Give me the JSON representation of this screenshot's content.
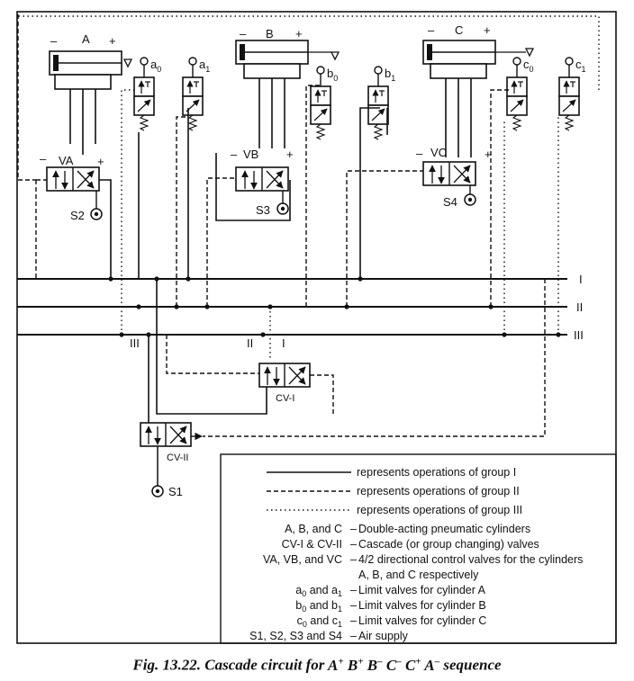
{
  "cylinders": [
    {
      "name": "A",
      "minus": "–",
      "plus": "+"
    },
    {
      "name": "B",
      "minus": "–",
      "plus": "+"
    },
    {
      "name": "C",
      "minus": "–",
      "plus": "+"
    }
  ],
  "limit_valves": [
    {
      "base": "a",
      "sub": "0"
    },
    {
      "base": "a",
      "sub": "1"
    },
    {
      "base": "b",
      "sub": "0"
    },
    {
      "base": "b",
      "sub": "1"
    },
    {
      "base": "c",
      "sub": "0"
    },
    {
      "base": "c",
      "sub": "1"
    }
  ],
  "control_valves": [
    {
      "name": "VA",
      "minus": "–",
      "plus": "+",
      "supply": "S2"
    },
    {
      "name": "VB",
      "minus": "–",
      "plus": "+",
      "supply": "S3"
    },
    {
      "name": "VC",
      "minus": "–",
      "plus": "+",
      "supply": "S4"
    }
  ],
  "pressure_lines": {
    "right": [
      "I",
      "II",
      "III"
    ],
    "left": [
      "III",
      "II",
      "I"
    ]
  },
  "cascade_valves": [
    {
      "name": "CV-I"
    },
    {
      "name": "CV-II",
      "supply": "S1"
    }
  ],
  "legend": {
    "line_meanings": [
      "represents operations of group I",
      "represents operations of group II",
      "represents operations of group III"
    ],
    "entries": [
      {
        "key": "A, B, and C",
        "sep": "–",
        "desc": "Double-acting pneumatic cylinders"
      },
      {
        "key": "CV-I & CV-II",
        "sep": "–",
        "desc": "Cascade (or group changing) valves"
      },
      {
        "key": "VA, VB, and VC",
        "sep": "–",
        "desc": "4/2 directional control valves for the cylinders",
        "desc2": "A, B, and C respectively"
      },
      {
        "key": "a0 and a1",
        "sep": "–",
        "desc": "Limit valves for cylinder A"
      },
      {
        "key": "b0 and b1",
        "sep": "–",
        "desc": "Limit valves for cylinder B"
      },
      {
        "key": "c0 and c1",
        "sep": "–",
        "desc": "Limit valves for cylinder C"
      },
      {
        "key": "S1, S2, S3 and S4",
        "sep": "–",
        "desc": "Air supply"
      }
    ]
  },
  "caption": {
    "prefix": "Fig. 13.22. Cascade circuit for ",
    "sequence": [
      {
        "c": "A",
        "s": "+"
      },
      {
        "c": "B",
        "s": "+"
      },
      {
        "c": "B",
        "s": "–"
      },
      {
        "c": "C",
        "s": "–"
      },
      {
        "c": "C",
        "s": "+"
      },
      {
        "c": "A",
        "s": "–"
      }
    ],
    "suffix": " sequence"
  }
}
